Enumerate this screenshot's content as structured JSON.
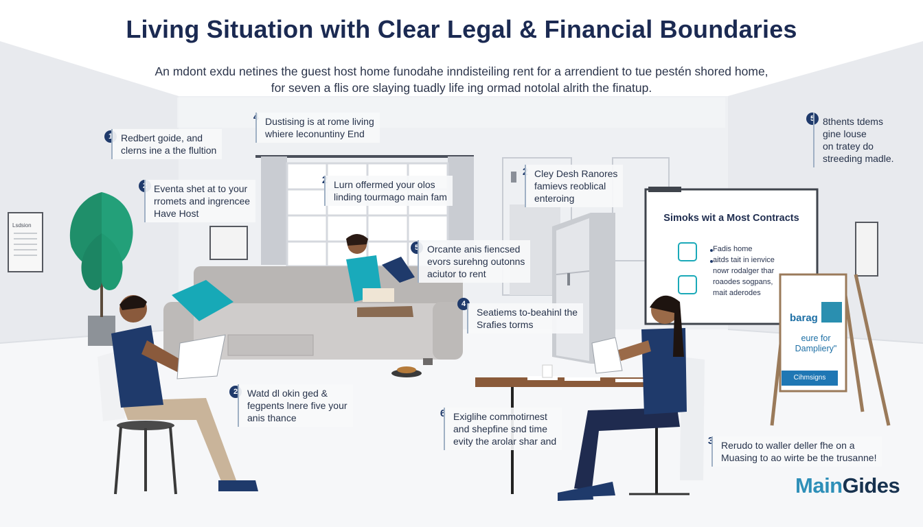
{
  "title": "Living Situation with Clear Legal & Financial Boundaries",
  "subtitle": [
    "An mdont exdu netines the guest host home funodahe inndisteiling rent for a arrendient to tue pestén shored home,",
    "for seven a flis ore slaying tuadly life ing ormad notolal alrith the finatup."
  ],
  "notes": [
    {
      "id": "n1",
      "number": "1",
      "lines": [
        "Redbert goide, and",
        "clerns ine a the flultion"
      ]
    },
    {
      "id": "n2a",
      "number": "2",
      "lines": [
        "Eventa shet at to your",
        "rromets and ingrencee",
        "Have Host"
      ]
    },
    {
      "id": "n4a",
      "number": "4",
      "lines": [
        "Dustising is at rome living",
        "whiere leconuntiny End"
      ]
    },
    {
      "id": "n2b",
      "number": "2",
      "lines": [
        "Lurn offermed your olos",
        "linding tourmago main fam"
      ]
    },
    {
      "id": "n2c",
      "number": "2",
      "lines": [
        "Cley Desh Ranores",
        "famievs reoblical",
        "enteroing"
      ]
    },
    {
      "id": "n5a",
      "number": "5",
      "lines": [
        "Orcante anis fiencsed",
        "evors surehng outonns",
        "aciutor to rent"
      ]
    },
    {
      "id": "n4b",
      "number": "4",
      "lines": [
        "Seatiems to-beahinl the",
        "Srafies torms"
      ]
    },
    {
      "id": "n5b",
      "number": "5",
      "lines": [
        "8thents tdems",
        "gine louse",
        "on tratey do",
        "streeding madle."
      ]
    },
    {
      "id": "n2d",
      "number": "2",
      "lines": [
        "Watd dl okin ged &",
        "fegpents lnere five your",
        "anis thance"
      ]
    },
    {
      "id": "n6",
      "number": "6",
      "lines": [
        "Exiglihe commotirnest",
        "and shepfine snd time",
        "evity the arolar shar and"
      ]
    },
    {
      "id": "n3",
      "number": "3",
      "lines": [
        "Rerudo to waller deller fhe on a",
        "Muasing to ao wirte be the trusanne!"
      ]
    }
  ],
  "board": {
    "title": "Simoks wit a Most Contracts",
    "items": [
      "Fadis home",
      "aitds tait in ienvice",
      "nowr rodalger thar",
      "roaodes sogpans,",
      "mait aderodes"
    ]
  },
  "sign": {
    "line1": "barag",
    "line2": [
      "eure for",
      "Dampliery\""
    ],
    "line3": "Cihmsigns"
  },
  "poster_label": "Lsdsion",
  "brand": {
    "part1": "Main",
    "part2": "Gides"
  },
  "colors": {
    "navy": "#1f3a6b",
    "teal": "#1aa9b8",
    "brand_blue": "#2e8fb8",
    "plant": "#1f8f6a"
  }
}
